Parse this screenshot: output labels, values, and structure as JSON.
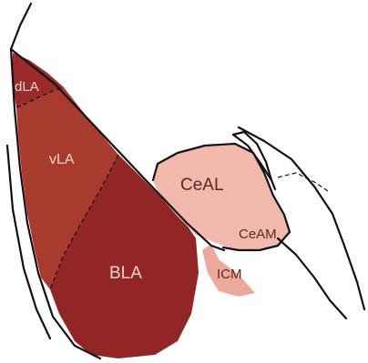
{
  "diagram": {
    "regions": {
      "dla": {
        "label": "dLA",
        "fill": "#9b2a2a",
        "label_color": "#f3d6d0"
      },
      "vla": {
        "label": "vLA",
        "fill": "#a93a2e",
        "label_color": "#f3d6d0"
      },
      "bla": {
        "label": "BLA",
        "fill": "#922525",
        "label_color": "#f3d6d0"
      },
      "ceal": {
        "label": "CeAL",
        "fill": "#f1b8ab",
        "label_color": "#5a2a24"
      },
      "ceam": {
        "label": "CeAM",
        "fill": "#f1b8ab",
        "label_color": "#5a2a24"
      },
      "icm": {
        "label": "ICM",
        "fill": "#eea89b",
        "label_color": "#5a2a24"
      }
    },
    "outline_color": "#111111"
  }
}
